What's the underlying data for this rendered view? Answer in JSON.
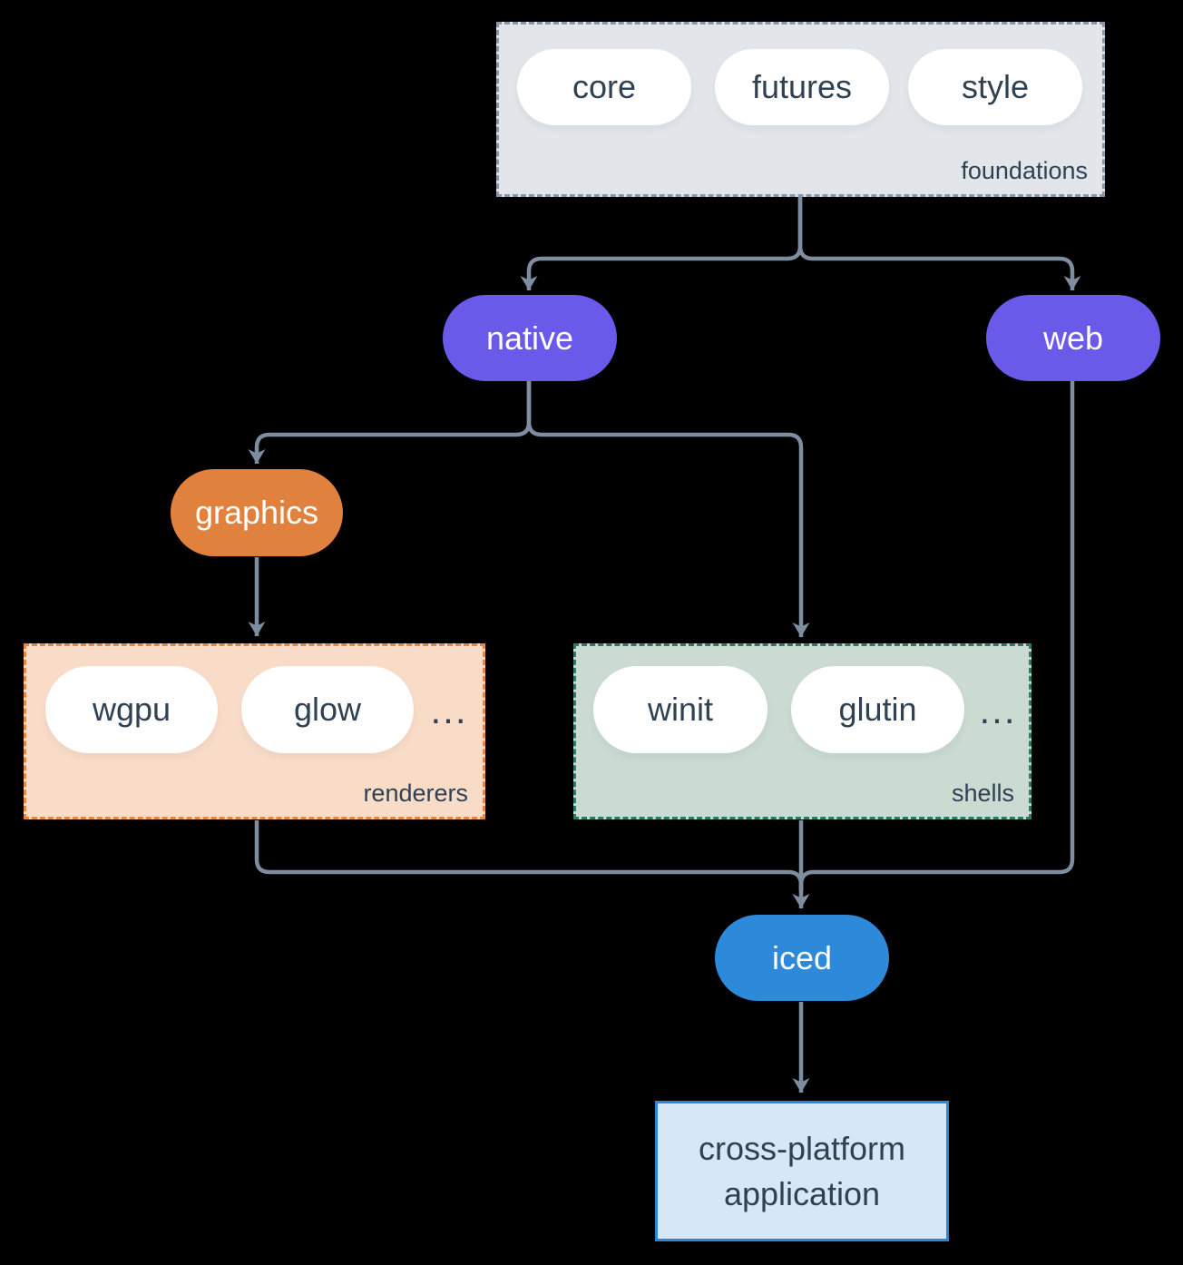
{
  "groups": {
    "foundations": {
      "label": "foundations"
    },
    "renderers": {
      "label": "renderers",
      "ellipsis": "..."
    },
    "shells": {
      "label": "shells",
      "ellipsis": "..."
    }
  },
  "nodes": {
    "core": {
      "label": "core"
    },
    "futures": {
      "label": "futures"
    },
    "style": {
      "label": "style"
    },
    "native": {
      "label": "native"
    },
    "web": {
      "label": "web"
    },
    "graphics": {
      "label": "graphics"
    },
    "wgpu": {
      "label": "wgpu"
    },
    "glow": {
      "label": "glow"
    },
    "winit": {
      "label": "winit"
    },
    "glutin": {
      "label": "glutin"
    },
    "iced": {
      "label": "iced"
    },
    "application": {
      "line1": "cross-platform",
      "line2": "application"
    }
  },
  "edges": [
    {
      "from": "foundations",
      "to": "native"
    },
    {
      "from": "foundations",
      "to": "web"
    },
    {
      "from": "native",
      "to": "graphics"
    },
    {
      "from": "native",
      "to": "shells"
    },
    {
      "from": "graphics",
      "to": "renderers"
    },
    {
      "from": "renderers",
      "to": "iced"
    },
    {
      "from": "shells",
      "to": "iced"
    },
    {
      "from": "web",
      "to": "iced"
    },
    {
      "from": "iced",
      "to": "application"
    }
  ],
  "colors": {
    "background": "#000000",
    "connector": "#7e8da0",
    "foundations_fill": "#e2e6ea",
    "foundations_border": "#8897a8",
    "node_pill_fill": "#ffffff",
    "node_text_dark": "#2f4152",
    "platform_purple": "#6a5ae9",
    "graphics_orange": "#e0813e",
    "renderers_fill": "#f9dcc8",
    "renderers_border": "#e8883e",
    "shells_fill": "#cbdbd2",
    "shells_border": "#2b7a6a",
    "iced_blue": "#2d89da",
    "application_fill": "#d6e7f7",
    "application_border": "#2e86d9"
  }
}
